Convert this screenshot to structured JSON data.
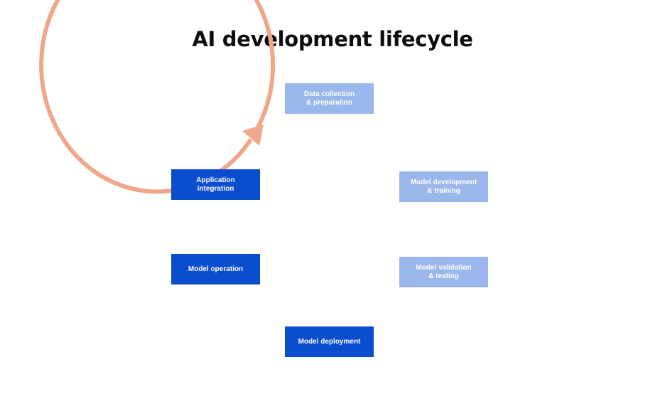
{
  "title": "AI development lifecycle",
  "colors": {
    "arrow": "#f0a688",
    "stage_light": "#9ab7ec",
    "stage_dark": "#0a4ecf",
    "text_on_stage": "#ffffff"
  },
  "stages": [
    {
      "label": "Data collection\n& preparation",
      "style": "light"
    },
    {
      "label": "Model development\n& training",
      "style": "light"
    },
    {
      "label": "Model validation\n& testing",
      "style": "light"
    },
    {
      "label": "Model deployment",
      "style": "dark"
    },
    {
      "label": "Model operation",
      "style": "dark"
    },
    {
      "label": "Application\nintegration",
      "style": "dark"
    }
  ]
}
